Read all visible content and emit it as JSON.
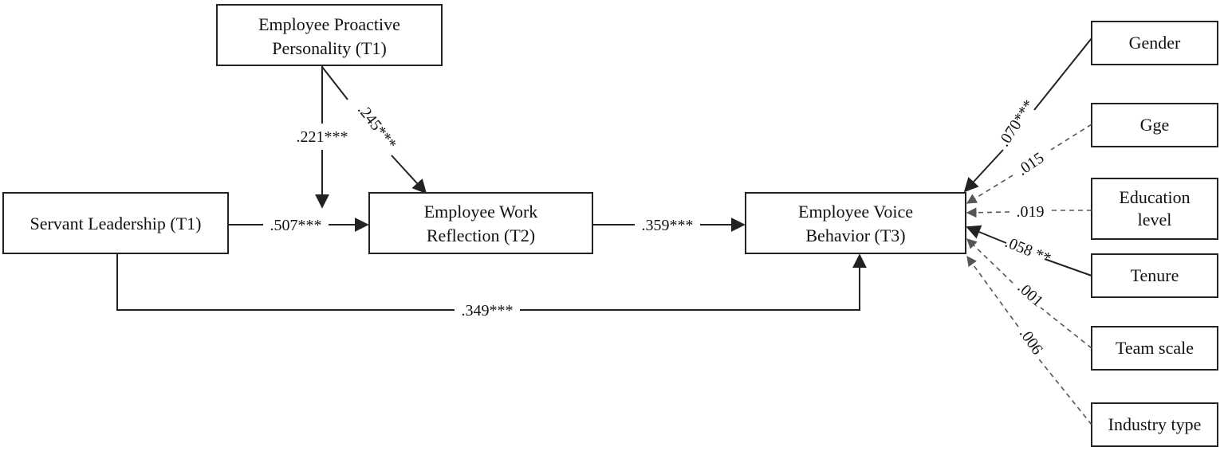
{
  "nodes": {
    "proactive": {
      "line1": "Employee Proactive",
      "line2": "Personality (T1)"
    },
    "servant": {
      "line1": "Servant Leadership (T1)"
    },
    "reflection": {
      "line1": "Employee Work",
      "line2": "Reflection (T2)"
    },
    "voice": {
      "line1": "Employee Voice",
      "line2": "Behavior (T3)"
    }
  },
  "controls": [
    {
      "id": "gender",
      "line1": "Gender",
      "line2": ""
    },
    {
      "id": "age",
      "line1": "Gge",
      "line2": ""
    },
    {
      "id": "education",
      "line1": "Education",
      "line2": "level"
    },
    {
      "id": "tenure",
      "line1": "Tenure",
      "line2": ""
    },
    {
      "id": "team",
      "line1": "Team scale",
      "line2": ""
    },
    {
      "id": "industry",
      "line1": "Industry type",
      "line2": ""
    }
  ],
  "paths": {
    "servant_to_reflection": ".507***",
    "reflection_to_voice": ".359***",
    "servant_to_voice": ".349***",
    "proactive_moderation": ".221***",
    "proactive_to_reflection": ".245***"
  },
  "control_paths": {
    "gender": {
      "label": ".070***",
      "significant": true
    },
    "age": {
      "label": ".015",
      "significant": false
    },
    "education": {
      "label": ".019",
      "significant": false
    },
    "tenure": {
      "label": ".058 **",
      "significant": true
    },
    "team": {
      "label": ".001",
      "significant": false
    },
    "industry": {
      "label": ".006",
      "significant": false
    }
  }
}
